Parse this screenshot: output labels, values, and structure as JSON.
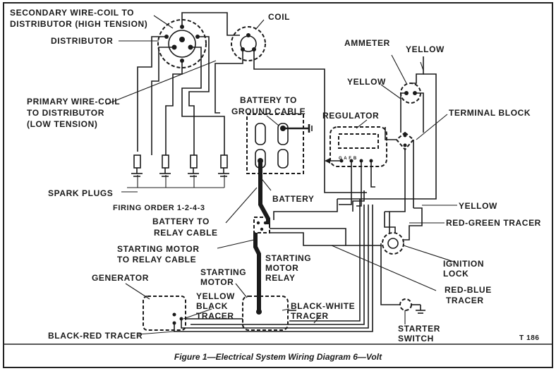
{
  "labels": {
    "secondary_1": "SECONDARY WIRE-COIL TO",
    "secondary_2": "DISTRIBUTOR (HIGH TENSION)",
    "distributor": "DISTRIBUTOR",
    "coil": "COIL",
    "ammeter": "AMMETER",
    "yellow_top": "YELLOW",
    "yellow_mid": "YELLOW",
    "primary_1": "PRIMARY WIRE-COIL",
    "primary_2": "TO DISTRIBUTOR",
    "primary_3": "(LOW TENSION)",
    "battery_ground_1": "BATTERY TO",
    "battery_ground_2": "GROUND CABLE",
    "regulator": "REGULATOR",
    "terminal_block": "TERMINAL BLOCK",
    "spark_plugs": "SPARK PLUGS",
    "battery": "BATTERY",
    "firing_order": "FIRING ORDER 1-2-4-3",
    "yellow_right": "YELLOW",
    "battery_relay_1": "BATTERY TO",
    "battery_relay_2": "RELAY CABLE",
    "red_green": "RED-GREEN TRACER",
    "starting_motor_relay_cable_1": "STARTING MOTOR",
    "starting_motor_relay_cable_2": "TO RELAY CABLE",
    "starting_motor_relay_1": "STARTING",
    "starting_motor_relay_2": "MOTOR",
    "starting_motor_relay_3": "RELAY",
    "ignition_1": "IGNITION",
    "ignition_2": "LOCK",
    "starting_motor_1": "STARTING",
    "starting_motor_2": "MOTOR",
    "generator": "GENERATOR",
    "red_blue_1": "RED-BLUE",
    "red_blue_2": "TRACER",
    "yellow_black_1": "YELLOW",
    "yellow_black_2": "BLACK",
    "yellow_black_3": "TRACER",
    "black_white_1": "BLACK-WHITE",
    "black_white_2": "TRACER",
    "starter_switch_1": "STARTER",
    "starter_switch_2": "SWITCH",
    "black_red": "BLACK-RED TRACER",
    "fig_code": "T 186",
    "reg_terminals": "G A F B"
  },
  "caption": "Figure 1—Electrical System Wiring Diagram 6—Volt"
}
